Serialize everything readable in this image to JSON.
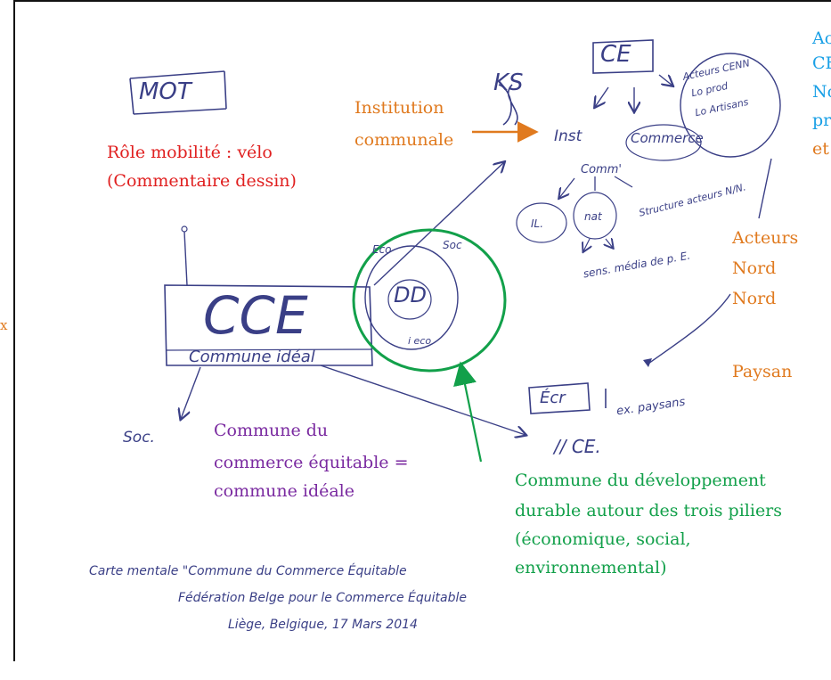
{
  "annotations": {
    "institution": [
      "Institution",
      "communale"
    ],
    "role_mobilite": [
      "Rôle mobilité : vélo",
      "(Commentaire dessin)"
    ],
    "acteurs": [
      "Acteurs",
      "Nord",
      "Nord"
    ],
    "paysan": "Paysan",
    "commune_cce": [
      "Commune du",
      "commerce équitable =",
      "commune idéale"
    ],
    "commune_dd": [
      "Commune du développement",
      "durable autour des trois piliers",
      "(économique, social,",
      "environnemental)"
    ],
    "cut_right": [
      "Ac",
      "CE",
      "No",
      "pr",
      "et"
    ],
    "cut_left": "x"
  },
  "handwriting": {
    "mot": "MOT",
    "cce": "CCE",
    "commune_ideal": "Commune idéal",
    "dd": "DD",
    "ce": "CE",
    "ks": "KS",
    "inst": "Inst",
    "commerce": "Commerce",
    "comm": "Comm'",
    "acteurs_cenn": "Acteurs CENN",
    "prod": "Lo prod",
    "artisans": "Lo Artisans",
    "il": "IL.",
    "nat": "nat",
    "structure": "Structure acteurs N/N.",
    "sens": "sens. média de p. E.",
    "eco_top": "Eco",
    "soc_top": "Soc",
    "eco_bottom": "i eco",
    "soc_left": "Soc.",
    "ecr": "Écr",
    "ex_paysan": "ex. paysans",
    "parallel_ce": "// CE.",
    "caption": [
      "Carte mentale \"Commune du Commerce Équitable",
      "Fédération Belge pour le Commerce Équitable",
      "Liège, Belgique, 17 Mars 2014"
    ]
  },
  "colors": {
    "ink": "#3a3f86",
    "red": "#e02020",
    "orange": "#e07a1f",
    "purple": "#7a2aa0",
    "green": "#12a04a",
    "blue": "#1aa0e6"
  }
}
